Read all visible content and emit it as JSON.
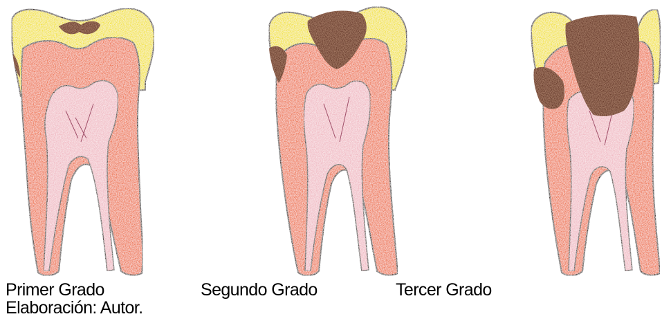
{
  "teeth": [
    {
      "label": "Primer Grado",
      "icon": "tooth-first-degree-caries-icon"
    },
    {
      "label": "Segundo Grado",
      "icon": "tooth-second-degree-caries-icon"
    },
    {
      "label": "Tercer Grado",
      "icon": "tooth-third-degree-caries-icon"
    }
  ],
  "caption": "Elaboración: Autor.",
  "colors": {
    "enamel": "#f2e21a",
    "dentin": "#ee7046",
    "pulp": "#f0b8c2",
    "caries": "#5a2a1e",
    "outline": "#2e1a12"
  }
}
